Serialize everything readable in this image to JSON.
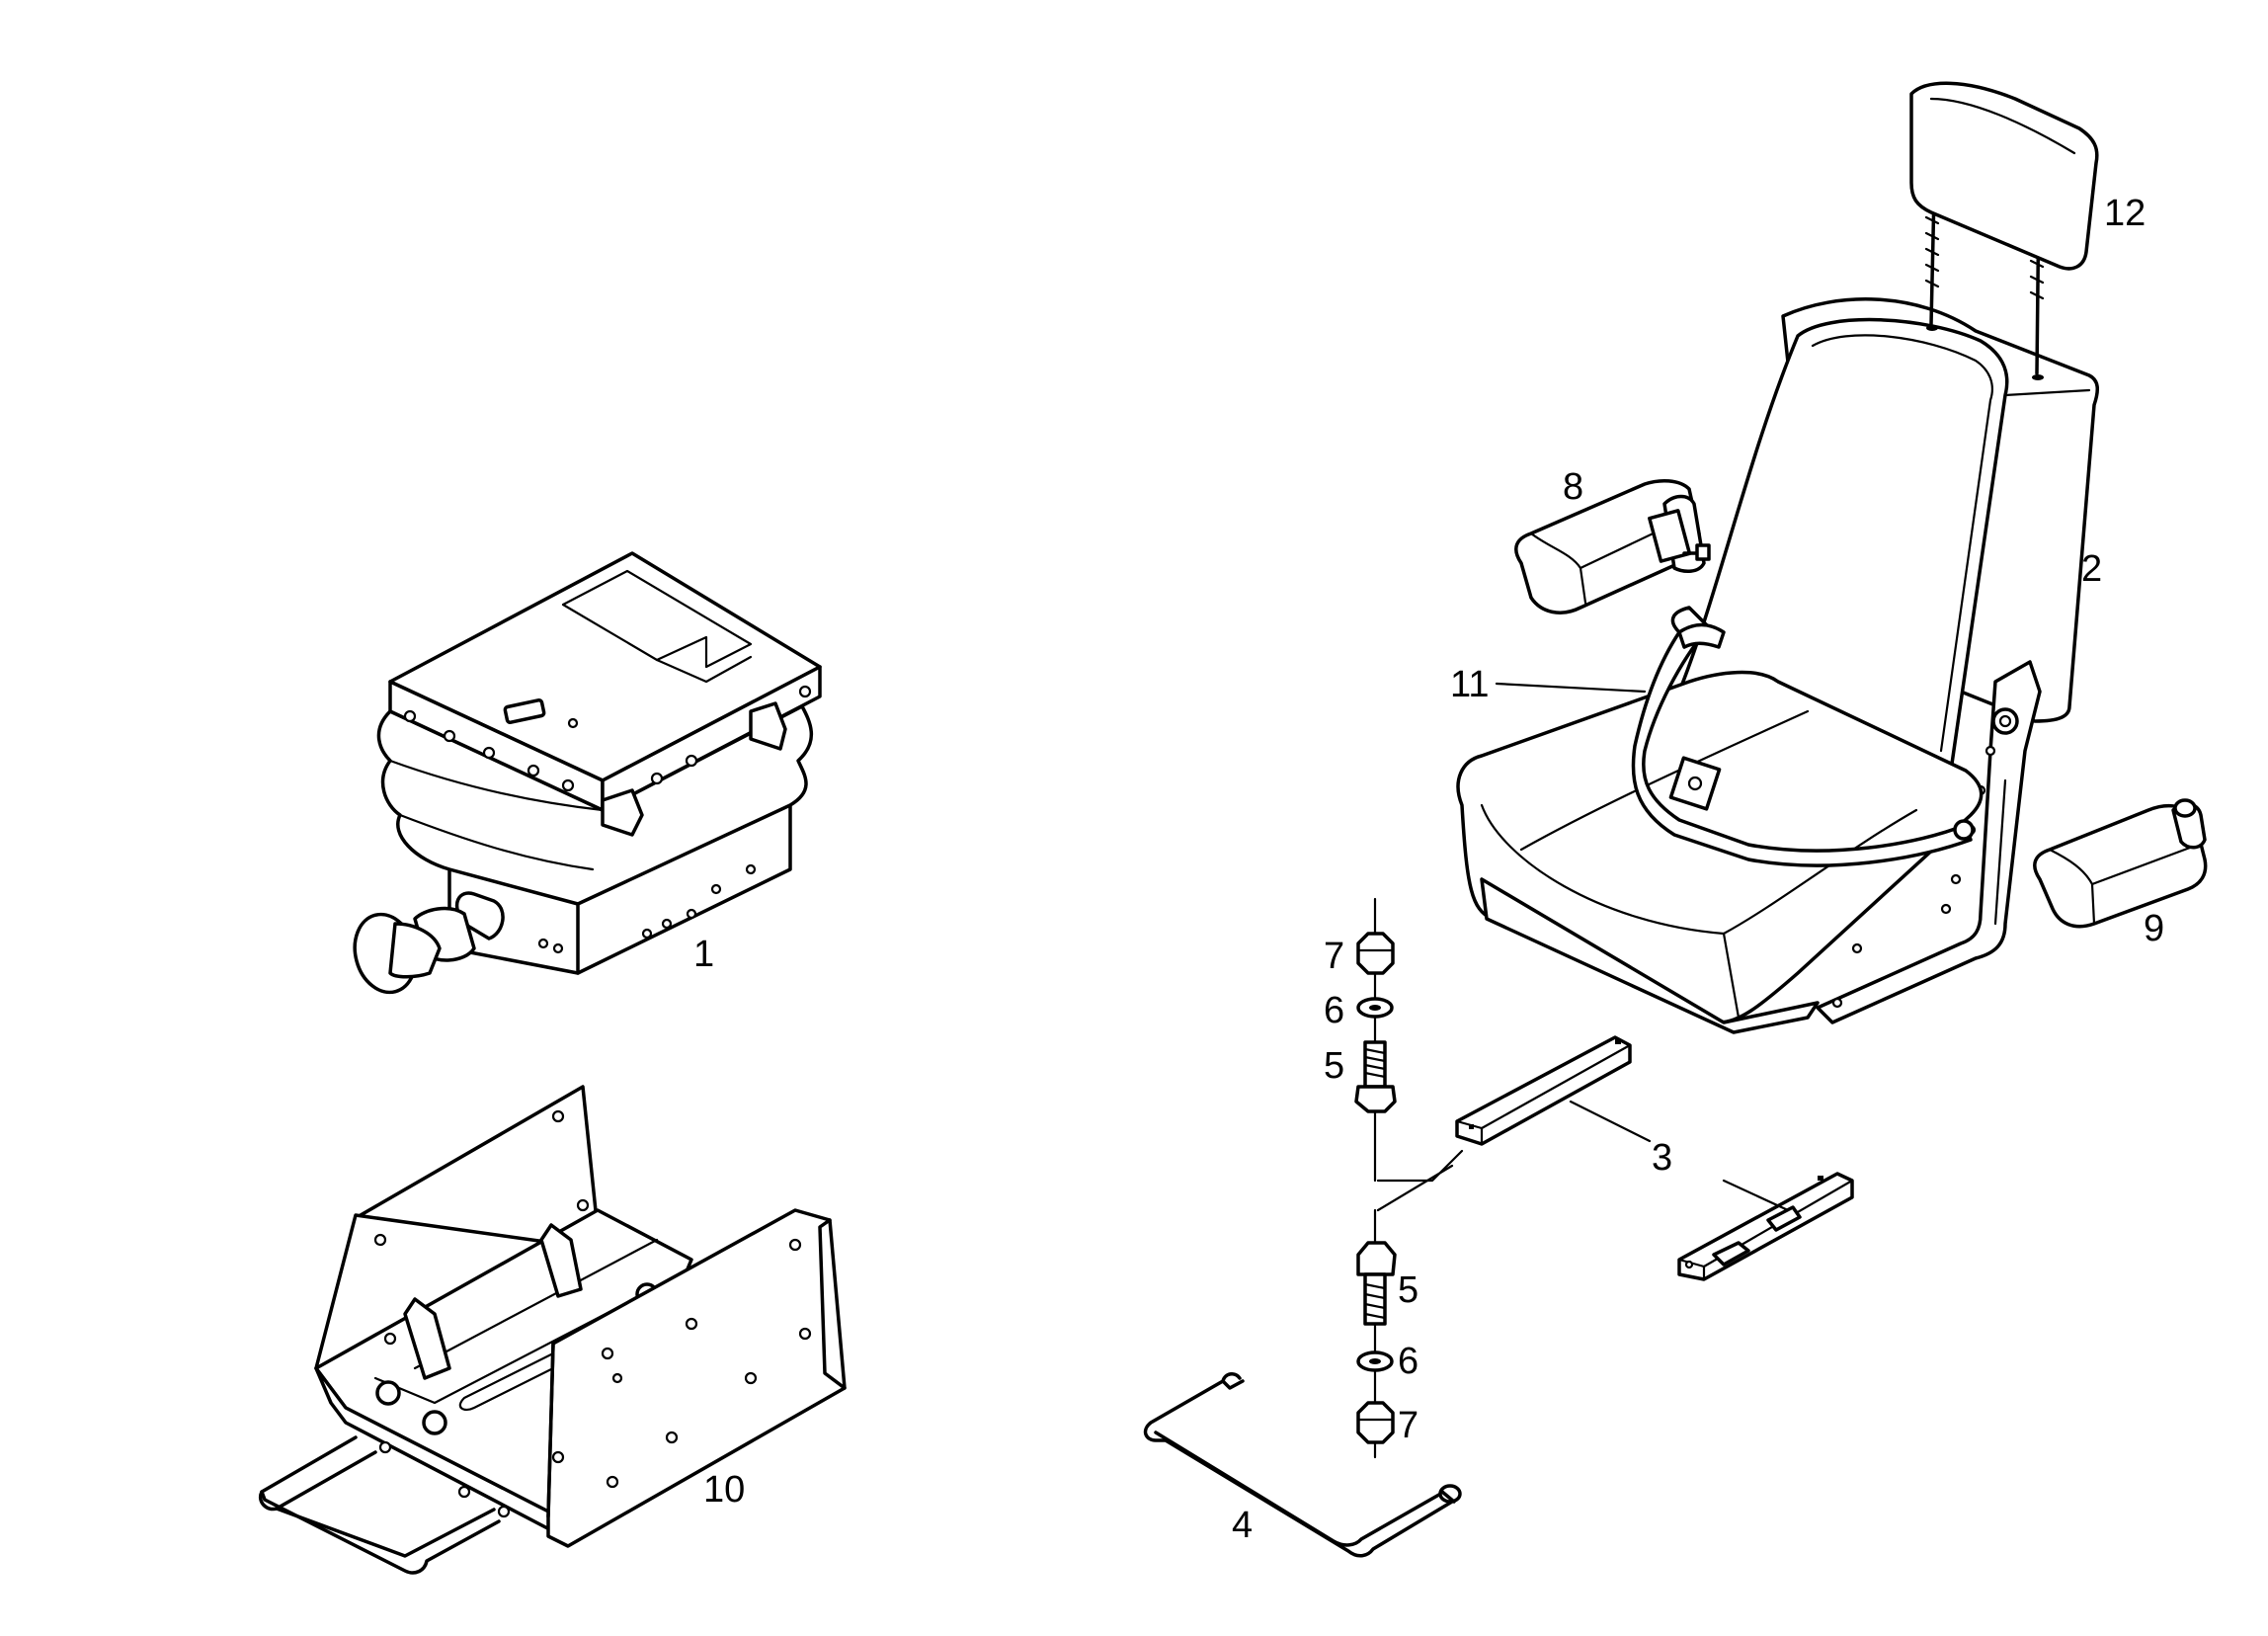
{
  "callouts": {
    "seat_suspension": "1",
    "seat": "2",
    "slide_rail": "3",
    "adjust_rod": "4",
    "bolt_upper": "5",
    "bolt_lower": "5",
    "washer_upper": "6",
    "washer_lower": "6",
    "nut_upper": "7",
    "nut_lower": "7",
    "armrest_left": "8",
    "armrest_right": "9",
    "seat_base_frame": "10",
    "seat_belt": "11",
    "headrest": "12"
  }
}
